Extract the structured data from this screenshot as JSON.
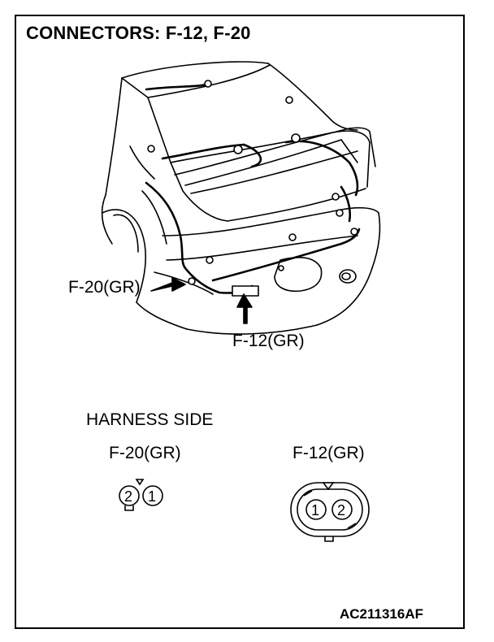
{
  "title": "CONNECTORS: F-12, F-20",
  "callouts": {
    "f20": "F-20(GR)",
    "f12": "F-12(GR)"
  },
  "harness_side": "HARNESS SIDE",
  "connectors": [
    {
      "label": "F-20(GR)",
      "pins": [
        "2",
        "1"
      ]
    },
    {
      "label": "F-12(GR)",
      "pins": [
        "1",
        "2"
      ]
    }
  ],
  "figure_code": "AC211316AF"
}
